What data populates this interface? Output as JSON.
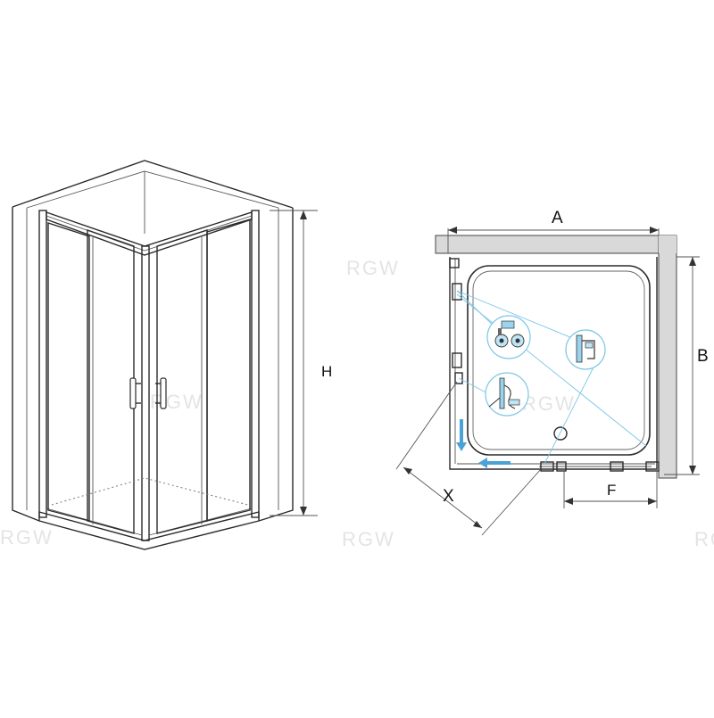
{
  "watermark": "RGW",
  "labels": {
    "height": "H",
    "width_a": "A",
    "width_b": "B",
    "diagonal_x": "X",
    "entrance_f": "F"
  },
  "colors": {
    "line": "#2b2b2b",
    "wall": "#d9d9d9",
    "accent_blue": "#4aa3d6",
    "highlight_line": "#7cc6e6",
    "watermark": "#e4e4e4"
  },
  "icons": [
    "roller-wheels-icon",
    "magnetic-profile-icon",
    "door-seal-icon",
    "drain-icon",
    "direction-arrow-icon"
  ]
}
